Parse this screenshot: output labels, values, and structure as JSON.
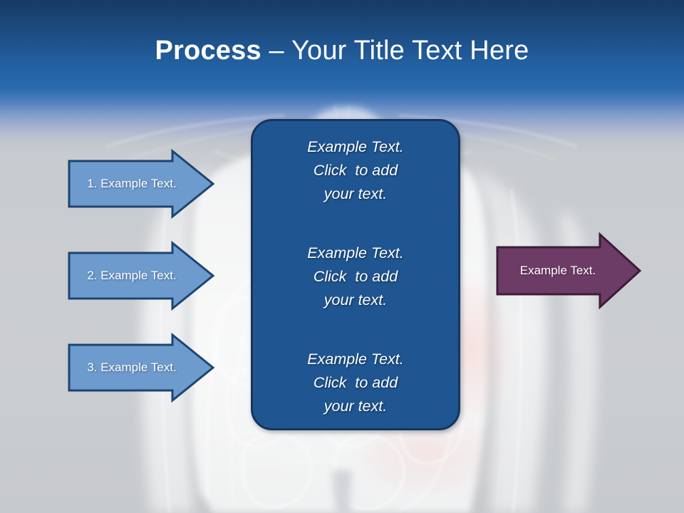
{
  "slide": {
    "title": {
      "strong": "Process",
      "rest": " – Your Title Text Here"
    },
    "colors": {
      "banner_top": "#173a63",
      "banner_bottom": "#2a6aac",
      "background": "#c8cbcf",
      "step_arrow_fill": "#6d9bce",
      "step_arrow_border": "#1e4470",
      "center_panel_fill": "#1f5591",
      "center_panel_border": "#17355c",
      "result_arrow_fill": "#6d3c66",
      "result_arrow_border": "#3c1c38",
      "text": "#ffffff"
    },
    "steps": [
      {
        "id": "step-1",
        "label": "1. Example Text."
      },
      {
        "id": "step-2",
        "label": "2. Example Text."
      },
      {
        "id": "step-3",
        "label": "3. Example Text."
      }
    ],
    "center_panel": {
      "blocks": [
        {
          "line1": "Example Text.",
          "line2": "Click  to add",
          "line3": "your text."
        },
        {
          "line1": "Example Text.",
          "line2": "Click  to add",
          "line3": "your text."
        },
        {
          "line1": "Example Text.",
          "line2": "Click  to add",
          "line3": "your text."
        }
      ]
    },
    "result": {
      "label": "Example Text."
    },
    "background": {
      "image_name": "anatomical-body-silhouette"
    }
  }
}
